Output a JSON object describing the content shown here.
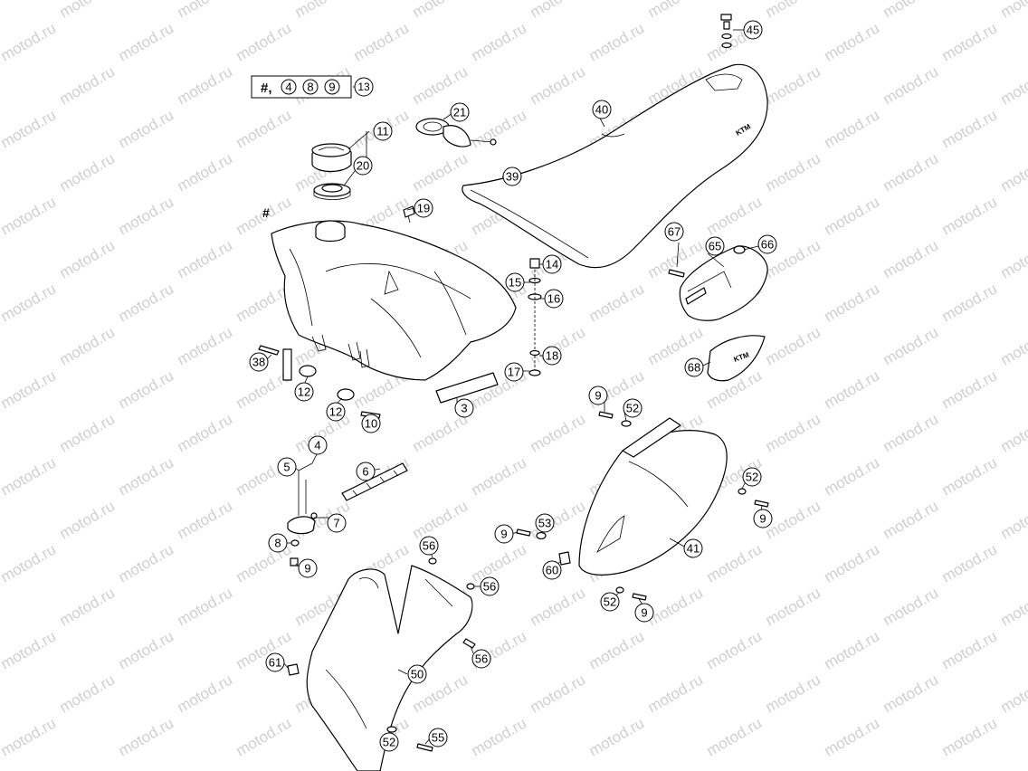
{
  "watermark": "motod.ru",
  "group_note": {
    "prefix": "#,",
    "items": [
      "4",
      "8",
      "9"
    ],
    "ref": "13"
  },
  "hash_marker": "#",
  "callouts": [
    {
      "id": "c3",
      "label": "3"
    },
    {
      "id": "c4",
      "label": "4"
    },
    {
      "id": "c5",
      "label": "5"
    },
    {
      "id": "c6",
      "label": "6"
    },
    {
      "id": "c7",
      "label": "7"
    },
    {
      "id": "c8",
      "label": "8"
    },
    {
      "id": "c9a",
      "label": "9"
    },
    {
      "id": "c9b",
      "label": "9"
    },
    {
      "id": "c9c",
      "label": "9"
    },
    {
      "id": "c9d",
      "label": "9"
    },
    {
      "id": "c9e",
      "label": "9"
    },
    {
      "id": "c10",
      "label": "10"
    },
    {
      "id": "c11",
      "label": "11"
    },
    {
      "id": "c12a",
      "label": "12"
    },
    {
      "id": "c12b",
      "label": "12"
    },
    {
      "id": "c14",
      "label": "14"
    },
    {
      "id": "c15",
      "label": "15"
    },
    {
      "id": "c16",
      "label": "16"
    },
    {
      "id": "c17",
      "label": "17"
    },
    {
      "id": "c18",
      "label": "18"
    },
    {
      "id": "c19",
      "label": "19"
    },
    {
      "id": "c20",
      "label": "20"
    },
    {
      "id": "c21",
      "label": "21"
    },
    {
      "id": "c38",
      "label": "38"
    },
    {
      "id": "c39",
      "label": "39"
    },
    {
      "id": "c40",
      "label": "40"
    },
    {
      "id": "c41",
      "label": "41"
    },
    {
      "id": "c45",
      "label": "45"
    },
    {
      "id": "c50",
      "label": "50"
    },
    {
      "id": "c52a",
      "label": "52"
    },
    {
      "id": "c52b",
      "label": "52"
    },
    {
      "id": "c52c",
      "label": "52"
    },
    {
      "id": "c52d",
      "label": "52"
    },
    {
      "id": "c53",
      "label": "53"
    },
    {
      "id": "c55",
      "label": "55"
    },
    {
      "id": "c56a",
      "label": "56"
    },
    {
      "id": "c56b",
      "label": "56"
    },
    {
      "id": "c56c",
      "label": "56"
    },
    {
      "id": "c60",
      "label": "60"
    },
    {
      "id": "c61",
      "label": "61"
    },
    {
      "id": "c65",
      "label": "65"
    },
    {
      "id": "c66",
      "label": "66"
    },
    {
      "id": "c67",
      "label": "67"
    },
    {
      "id": "c68",
      "label": "68"
    }
  ]
}
